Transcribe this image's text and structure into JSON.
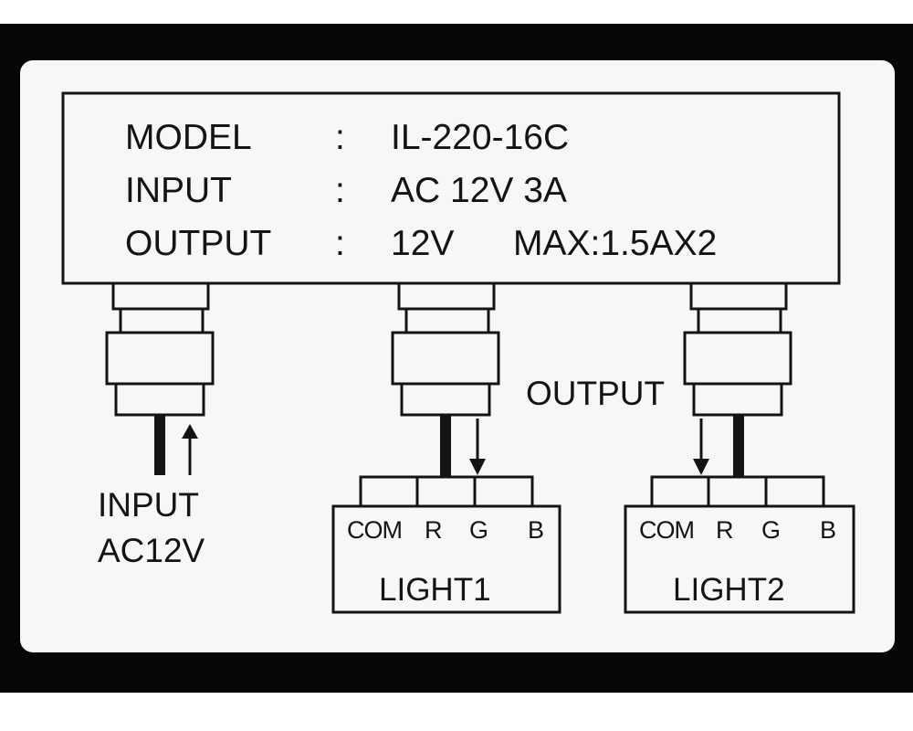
{
  "specs": [
    {
      "key": "MODEL",
      "sep": ":",
      "value": "IL-220-16C"
    },
    {
      "key": "INPUT",
      "sep": ":",
      "value": "AC 12V 3A"
    },
    {
      "key": "OUTPUT",
      "sep": ":",
      "value": "12V",
      "extra": "MAX:1.5AX2"
    }
  ],
  "input_label": {
    "line1": "INPUT",
    "line2": "AC12V"
  },
  "output_label": "OUTPUT",
  "lights": [
    {
      "name": "LIGHT1",
      "terminals": [
        "COM",
        "R",
        "G",
        "B"
      ]
    },
    {
      "name": "LIGHT2",
      "terminals": [
        "COM",
        "R",
        "G",
        "B"
      ]
    }
  ],
  "colors": {
    "ink": "#141414",
    "label": "#f7f7f7",
    "frame": "#060606"
  }
}
